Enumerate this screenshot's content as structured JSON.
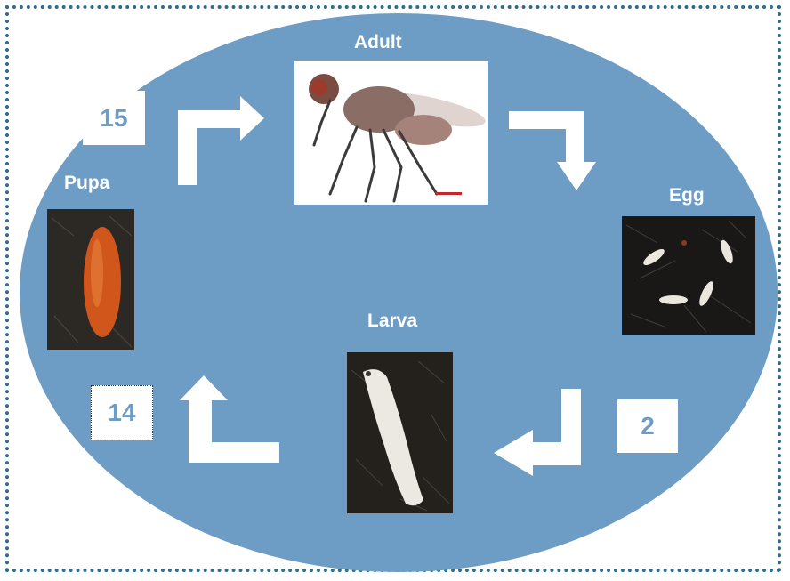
{
  "stages": {
    "adult": "Adult",
    "egg": "Egg",
    "larva": "Larva",
    "pupa": "Pupa"
  },
  "durations": {
    "pupa_to_adult": "15",
    "egg_to_larva": "2",
    "larva_to_pupa": "14"
  },
  "colors": {
    "oval": "#6d9cc4",
    "frame": "#2e6d87",
    "number_text": "#6d9cc4"
  }
}
